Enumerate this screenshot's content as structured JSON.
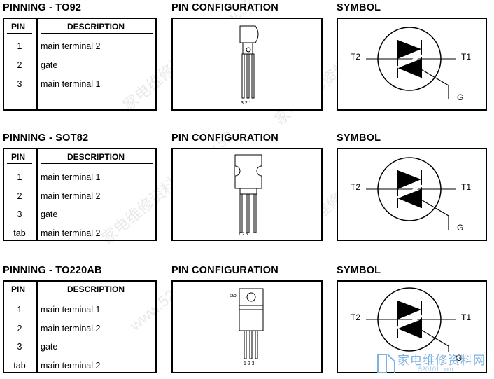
{
  "sections": [
    {
      "pinning_title": "PINNING - TO92",
      "config_title": "PIN CONFIGURATION",
      "symbol_title": "SYMBOL",
      "table_headers": {
        "pin": "PIN",
        "description": "DESCRIPTION"
      },
      "rows": [
        {
          "pin": "1",
          "description": "main terminal 2"
        },
        {
          "pin": "2",
          "description": "gate"
        },
        {
          "pin": "3",
          "description": "main terminal 1"
        }
      ],
      "package_pin_labels": "3  2  1",
      "symbol_labels": {
        "t2": "T2",
        "t1": "T1",
        "g": "G"
      }
    },
    {
      "pinning_title": "PINNING - SOT82",
      "config_title": "PIN CONFIGURATION",
      "symbol_title": "SYMBOL",
      "table_headers": {
        "pin": "PIN",
        "description": "DESCRIPTION"
      },
      "rows": [
        {
          "pin": "1",
          "description": "main terminal 1"
        },
        {
          "pin": "2",
          "description": "main terminal 2"
        },
        {
          "pin": "3",
          "description": "gate"
        },
        {
          "pin": "tab",
          "description": "main terminal 2"
        }
      ],
      "package_pin_labels": "1  2  3",
      "symbol_labels": {
        "t2": "T2",
        "t1": "T1",
        "g": "G"
      }
    },
    {
      "pinning_title": "PINNING - TO220AB",
      "config_title": "PIN CONFIGURATION",
      "symbol_title": "SYMBOL",
      "table_headers": {
        "pin": "PIN",
        "description": "DESCRIPTION"
      },
      "rows": [
        {
          "pin": "1",
          "description": "main terminal 1"
        },
        {
          "pin": "2",
          "description": "main terminal 2"
        },
        {
          "pin": "3",
          "description": "gate"
        },
        {
          "pin": "tab",
          "description": "main terminal 2"
        }
      ],
      "package_tab_label": "tab",
      "package_pin_labels": "1 2 3",
      "symbol_labels": {
        "t2": "T2",
        "t1": "T1",
        "g": "G"
      }
    }
  ],
  "watermark": {
    "url_text": "www.52com",
    "site_name": "家电维修资料网",
    "url_small": "520101.com"
  }
}
